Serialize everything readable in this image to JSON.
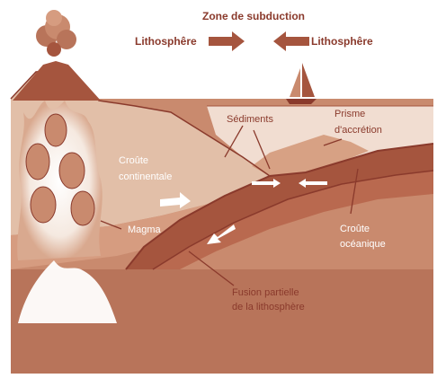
{
  "title": "Zone de subduction",
  "left_plate": "Lithosphêre",
  "right_plate": "Lithosphêre",
  "labels": {
    "sediments": "Sédiments",
    "prism_line1": "Prisme",
    "prism_line2": "d'accrétion",
    "crust_cont_line1": "Croûte",
    "crust_cont_line2": "continentale",
    "magma": "Magma",
    "crust_oce_line1": "Croûte",
    "crust_oce_line2": "océanique",
    "fusion_line1": "Fusion partielle",
    "fusion_line2": "de la lithosphère"
  },
  "colors": {
    "brown_dark": "#8a3a2c",
    "brown_mid": "#a5553e",
    "brown_light": "#c98a6e",
    "tan": "#e2bfa8",
    "pale": "#f4e6dc",
    "white": "#ffffff"
  }
}
